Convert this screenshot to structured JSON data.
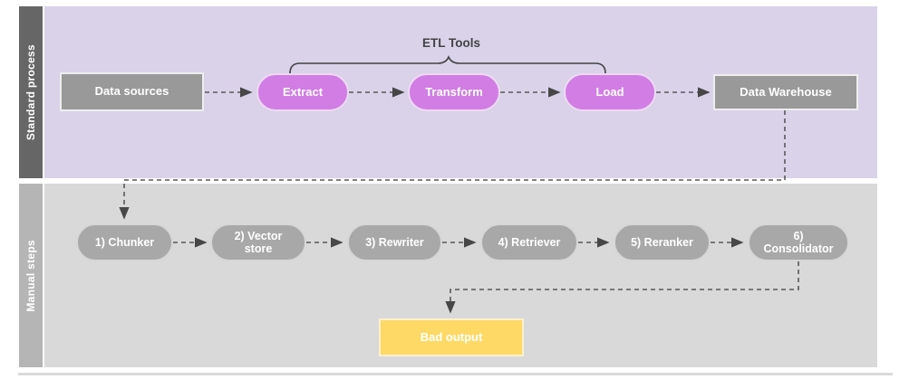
{
  "diagram": {
    "lanes": [
      {
        "label": "Standard process"
      },
      {
        "label": "Manual steps"
      }
    ],
    "standard_process": {
      "group_label": "ETL Tools",
      "nodes": [
        {
          "id": "data-sources",
          "label": "Data sources",
          "shape": "rect"
        },
        {
          "id": "extract",
          "label": "Extract",
          "shape": "pill"
        },
        {
          "id": "transform",
          "label": "Transform",
          "shape": "pill"
        },
        {
          "id": "load",
          "label": "Load",
          "shape": "pill"
        },
        {
          "id": "data-warehouse",
          "label": "Data Warehouse",
          "shape": "rect"
        }
      ]
    },
    "manual_steps": {
      "nodes": [
        {
          "id": "chunker",
          "label": "1) Chunker"
        },
        {
          "id": "vector-store",
          "label": "2) Vector store"
        },
        {
          "id": "rewriter",
          "label": "3) Rewriter"
        },
        {
          "id": "retriever",
          "label": "4) Retriever"
        },
        {
          "id": "reranker",
          "label": "5) Reranker"
        },
        {
          "id": "consolidator",
          "label": "6) Consolidator"
        }
      ],
      "output_node": {
        "id": "bad-output",
        "label": "Bad output"
      }
    },
    "colors": {
      "lane1_bar": "#666666",
      "lane1_bg": "#d9d2e9",
      "lane2_bar": "#b5b5b5",
      "lane2_bg": "#d9d9d9",
      "etl_pill": "#d17de4",
      "gray_node": "#999999",
      "gray_pill": "#a8a8a8",
      "bad_output_fill": "#ffd966",
      "connector": "#595959"
    }
  }
}
